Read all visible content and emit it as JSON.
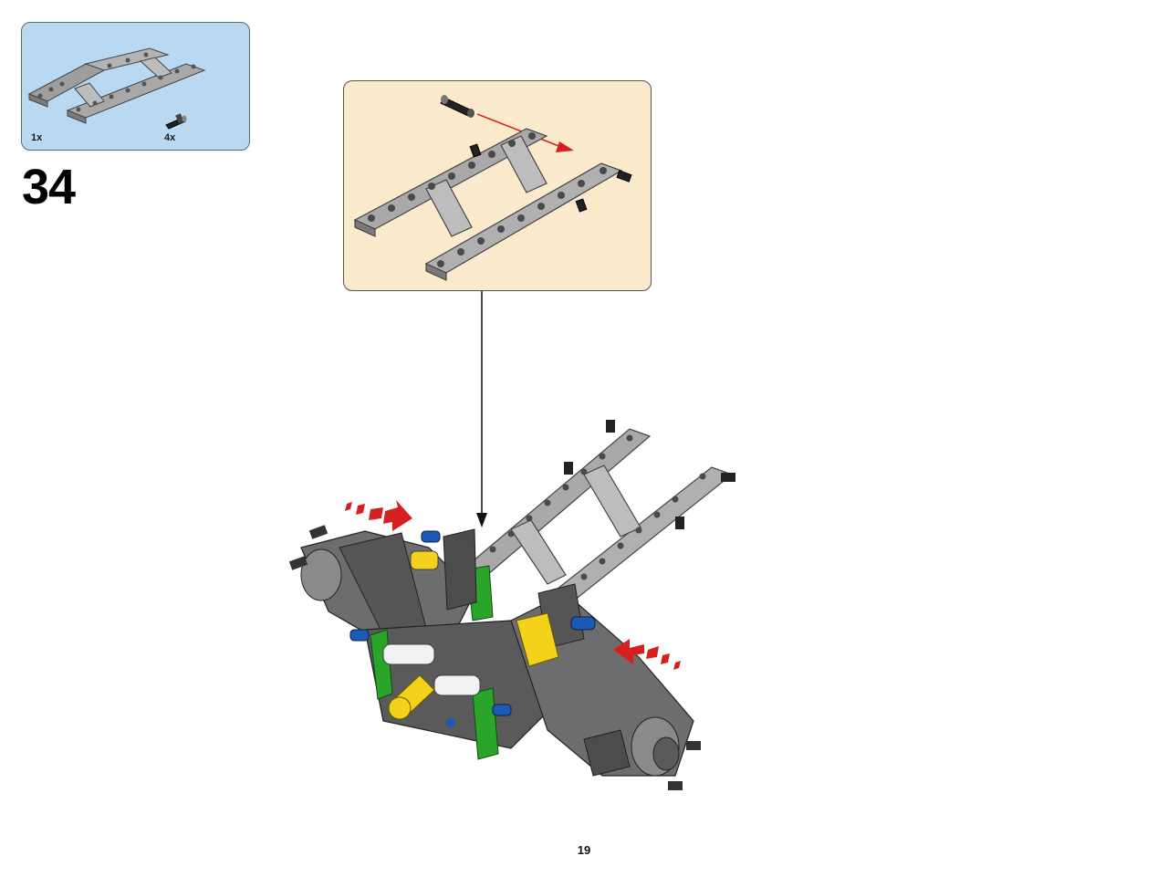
{
  "parts_list": {
    "items": [
      {
        "quantity": "1x",
        "part": "liftarm-frame-gray-icon"
      },
      {
        "quantity": "4x",
        "part": "connector-pin-black-icon"
      }
    ],
    "background_color": "#b9d9f3"
  },
  "step": {
    "number": "34"
  },
  "sub_assembly": {
    "background_color": "#fbeacb"
  },
  "page": {
    "number": "19"
  },
  "colors": {
    "beam_gray": "#a9a9a9",
    "dark_gray": "#555555",
    "arrow_red": "#d62020",
    "green": "#2aa52a",
    "yellow": "#f2d21b",
    "blue": "#1d59b8"
  }
}
